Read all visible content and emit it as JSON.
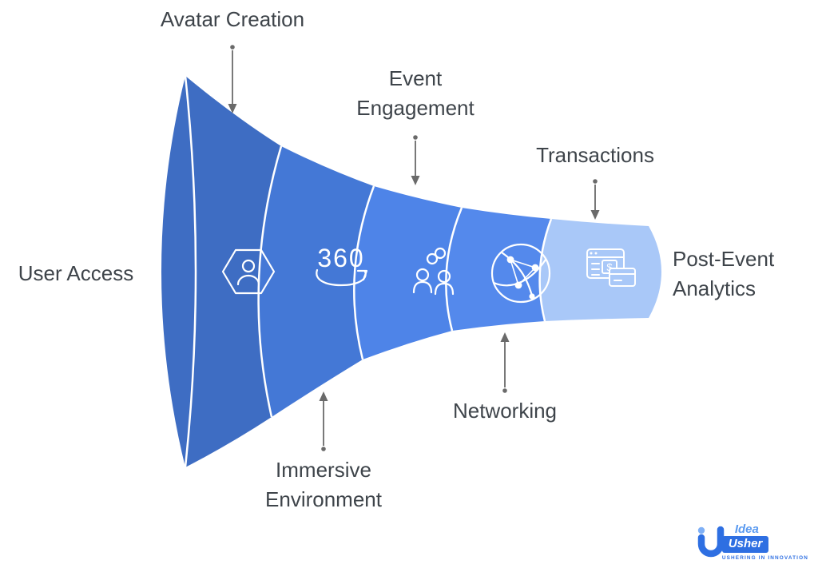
{
  "funnel": {
    "left_label": "User Access",
    "right_label": "Post-Event Analytics",
    "segment_colors": [
      "#3e6dc3",
      "#4478d6",
      "#4e84e8",
      "#5489ec",
      "#a9c8f8"
    ],
    "stages": [
      {
        "label": "Avatar Creation",
        "position": "top",
        "icon": "avatar-hexagon-icon"
      },
      {
        "label": "Immersive Environment",
        "position": "bottom",
        "icon": "360-view-icon",
        "icon_text": "360"
      },
      {
        "label": "Event Engagement",
        "position": "top",
        "icon": "attendees-link-icon"
      },
      {
        "label": "Networking",
        "position": "bottom",
        "icon": "globe-network-icon"
      },
      {
        "label": "Transactions",
        "position": "top",
        "icon": "billing-card-icon",
        "icon_text": "$"
      }
    ]
  },
  "colors": {
    "label_text": "#3e444a",
    "arrow": "#6a6a6a",
    "icon_stroke": "#ffffff",
    "logo_blue": "#2e6fe2"
  },
  "logo": {
    "idea": "Idea",
    "usher": "Usher",
    "tagline": "USHERING IN INNOVATION"
  }
}
